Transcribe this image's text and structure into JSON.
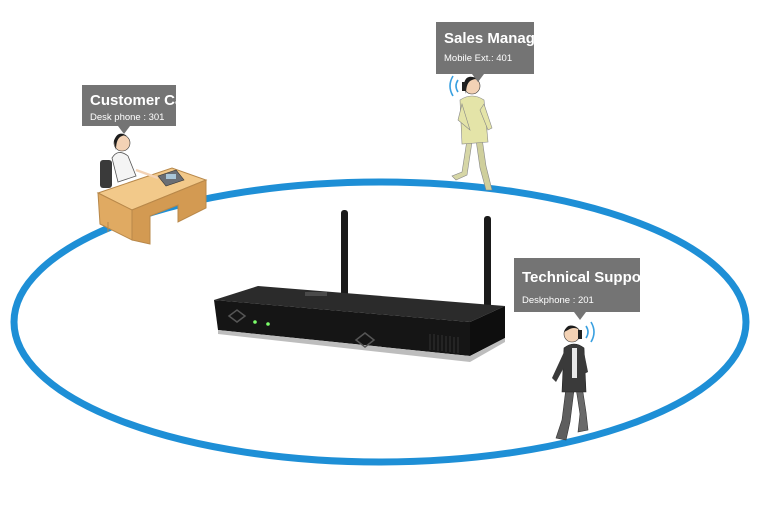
{
  "colors": {
    "ring": "#1e8fd6",
    "callout": "#747474",
    "router": "#1c1c1c",
    "wave": "#3aa0e0"
  },
  "callouts": {
    "customer_care": {
      "title": "Customer Care",
      "subtitle": "Desk phone : 301"
    },
    "sales_manager": {
      "title": "Sales Manager",
      "subtitle": "Mobile Ext.: 401"
    },
    "technical_support": {
      "title": "Technical Support",
      "subtitle": "Deskphone : 201"
    }
  },
  "icons": {
    "router": "wireless-router-icon",
    "desk": "office-desk-icon",
    "walker": "walking-person-icon",
    "signal": "wireless-signal-icon"
  }
}
